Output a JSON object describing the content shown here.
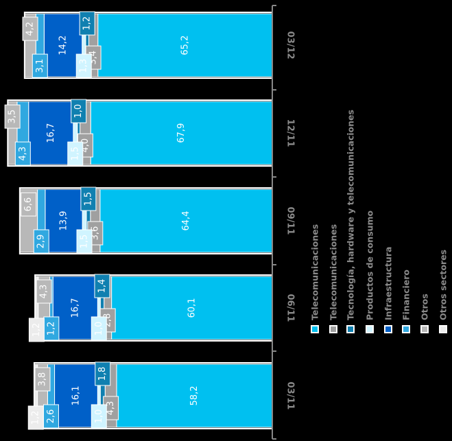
{
  "chart_data": {
    "type": "bar",
    "stacked": true,
    "orientation": "horizontal",
    "categories": [
      "03/11",
      "06/11",
      "09/11",
      "12/11",
      "03/12"
    ],
    "series": [
      {
        "name": "Telecomunicaciones",
        "color": "#00c0f0",
        "values": [
          58.2,
          60.1,
          64.4,
          67.9,
          65.2
        ]
      },
      {
        "name": "Telecomunicaciones",
        "color": "#a0a0a0",
        "values": [
          4.3,
          2.8,
          3.6,
          4.0,
          3.4
        ]
      },
      {
        "name": "Tecnología, hardware y telecomunicaciones",
        "color": "#1080b0",
        "values": [
          1.8,
          1.4,
          1.5,
          1.0,
          1.2
        ]
      },
      {
        "name": "Productos de consumo",
        "color": "#d0f4ff",
        "values": [
          1.0,
          1.0,
          1.5,
          1.5,
          1.3
        ]
      },
      {
        "name": "Infraestructura",
        "color": "#0060c8",
        "values": [
          16.1,
          16.7,
          13.9,
          16.7,
          14.2
        ]
      },
      {
        "name": "Financiero",
        "color": "#30a8e0",
        "values": [
          2.6,
          1.2,
          2.9,
          4.3,
          3.1
        ]
      },
      {
        "name": "Otros",
        "color": "#b8b8b8",
        "values": [
          3.8,
          4.3,
          6.6,
          3.5,
          4.2
        ]
      },
      {
        "name": "Otros sectores",
        "color": "#ececec",
        "values": [
          1.2,
          1.2,
          null,
          null,
          null
        ]
      }
    ],
    "value_labels": [
      [
        "58,2",
        "4,3",
        "1,8",
        "1,0",
        "16,1",
        "2,6",
        "3,8",
        "1,2"
      ],
      [
        "60,1",
        "2,8",
        "1,4",
        "1,0",
        "16,7",
        "1,2",
        "4,3",
        "1,2"
      ],
      [
        "64,4",
        "3,6",
        "1,5",
        "1,5",
        "13,9",
        "2,9",
        "6,6",
        ""
      ],
      [
        "67,9",
        "4,0",
        "1,0",
        "1,5",
        "16,7",
        "4,3",
        "3,5",
        ""
      ],
      [
        "65,2",
        "3,4",
        "1,2",
        "1,3",
        "14,2",
        "3,1",
        "4,2",
        ""
      ]
    ],
    "xlim": [
      0,
      100
    ],
    "legend_position": "bottom",
    "grid": false
  }
}
